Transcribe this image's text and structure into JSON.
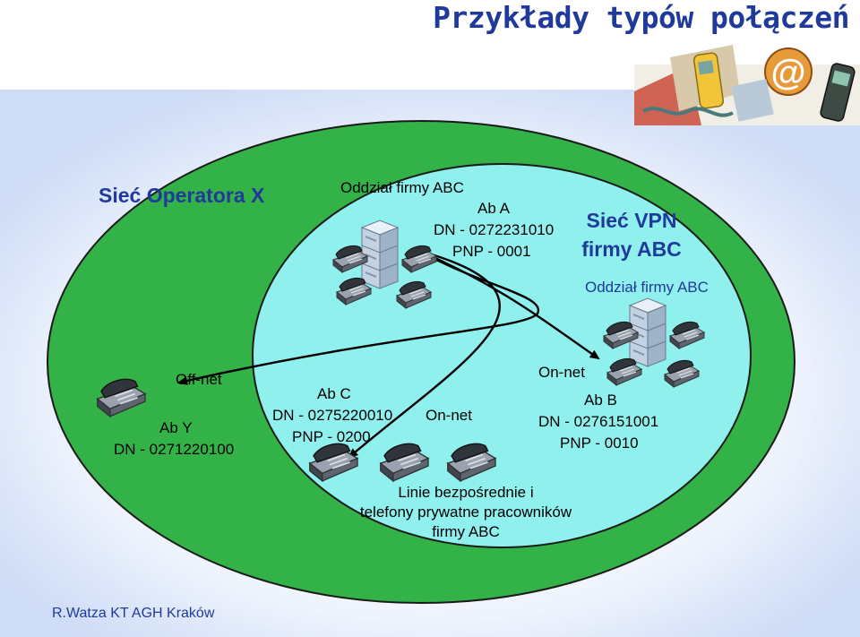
{
  "title": "Przykłady typów połączeń",
  "operator_network": {
    "label": "Sieć Operatora X",
    "color": "#33b248"
  },
  "vpn_network": {
    "label_line1": "Sieć VPN",
    "label_line2": "firmy ABC",
    "color": "#8ff0ee"
  },
  "branch_a": {
    "header": "Oddział firmy ABC",
    "subscriber": "Ab A",
    "dn": "DN - 0272231010",
    "pnp": "PNP - 0001"
  },
  "branch_b": {
    "header": "Oddział firmy ABC",
    "subscriber": "Ab B",
    "dn": "DN - 0276151001",
    "pnp": "PNP - 0010"
  },
  "subscriber_y": {
    "name": "Ab Y",
    "dn": "DN - 0271220100"
  },
  "subscriber_c": {
    "name": "Ab C",
    "dn": "DN - 0275220010",
    "pnp": "PNP - 0200"
  },
  "connections": {
    "off_net": "Off-net",
    "on_net_c": "On-net",
    "on_net_b": "On-net"
  },
  "direct_lines": {
    "line1": "Linie bezpośrednie i",
    "line2": "telefony prywatne pracowników",
    "line3": "firmy ABC"
  },
  "footer": "R.Watza KT AGH Kraków",
  "colors": {
    "title": "#1f3a9a",
    "arrow": "#000000",
    "background_glow": "#dfe9fb"
  }
}
